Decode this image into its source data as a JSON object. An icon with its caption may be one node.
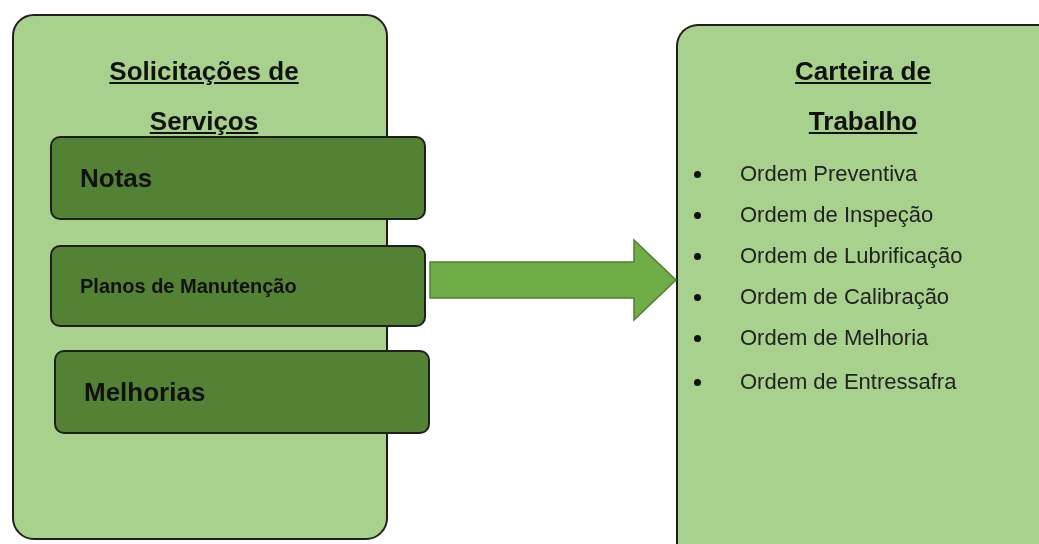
{
  "diagram": {
    "nodes": [
      {
        "text": [
          "Solicitações de Serviços"
        ]
      },
      {
        "text": [
          "Notas"
        ],
        "in": 0
      },
      {
        "text": [
          "Planos de Manutenção"
        ],
        "in": 0
      },
      {
        "text": [
          "Melhorias"
        ],
        "in": 0
      },
      {
        "text": [
          "Carteira de Trabalho",
          "Ordem Preventiva",
          "Ordem de Inspeção",
          "Ordem de Lubrificação",
          "Ordem de Calibração",
          "Ordem de Melhoria",
          "Ordem de Entressafra"
        ]
      }
    ],
    "edges": [
      {
        "from": 0,
        "to": 4,
        "arrow": "to",
        "color": "#70ad47"
      }
    ]
  }
}
